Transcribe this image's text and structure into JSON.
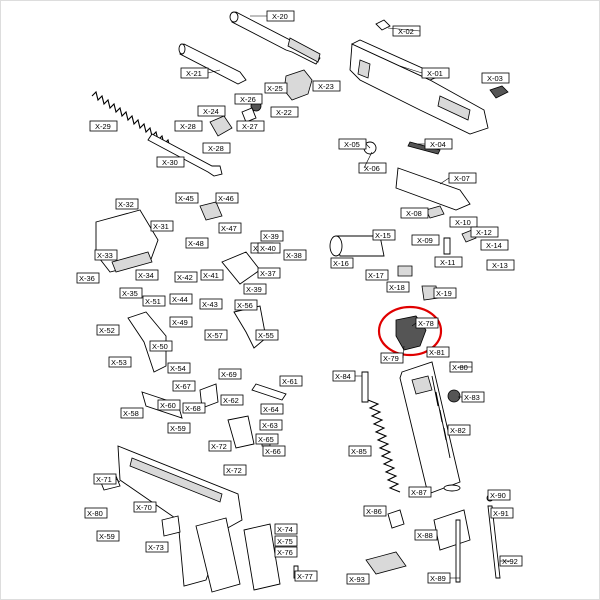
{
  "highlight_color": "#e00000",
  "labels": [
    "X-20",
    "X-21",
    "X-26",
    "X-25",
    "X-23",
    "X-24",
    "X-27",
    "X-22",
    "X-28",
    "X-29",
    "X-30",
    "X-28",
    "X-02",
    "X-01",
    "X-03",
    "X-05",
    "X-04",
    "X-06",
    "X-07",
    "X-08",
    "X-10",
    "X-09",
    "X-11",
    "X-12",
    "X-14",
    "X-13",
    "X-32",
    "X-31",
    "X-45",
    "X-46",
    "X-47",
    "X-48",
    "X-33",
    "X-34",
    "X-36",
    "X-35",
    "X-37",
    "X-39",
    "X-40",
    "X-38",
    "X-37",
    "X-42",
    "X-41",
    "X-39",
    "X-44",
    "X-43",
    "X-56",
    "X-51",
    "X-49",
    "X-52",
    "X-53",
    "X-50",
    "X-54",
    "X-57",
    "X-55",
    "X-15",
    "X-16",
    "X-17",
    "X-18",
    "X-19",
    "X-78",
    "X-79",
    "X-81",
    "X-84",
    "X-80",
    "X-83",
    "X-69",
    "X-61",
    "X-67",
    "X-68",
    "X-62",
    "X-60",
    "X-64",
    "X-58",
    "X-59",
    "X-63",
    "X-65",
    "X-72",
    "X-66",
    "X-72",
    "X-82",
    "X-85",
    "X-87",
    "X-71",
    "X-70",
    "X-86",
    "X-90",
    "X-91",
    "X-80",
    "X-74",
    "X-75",
    "X-76",
    "X-88",
    "X-59",
    "X-73",
    "X-77",
    "X-93",
    "X-89",
    "X-92"
  ],
  "icons": [
    "slide-part",
    "barrel-part",
    "spring-part",
    "frame-part",
    "magazine-part",
    "grip-panel-part",
    "pin-part",
    "highlight-circle"
  ]
}
